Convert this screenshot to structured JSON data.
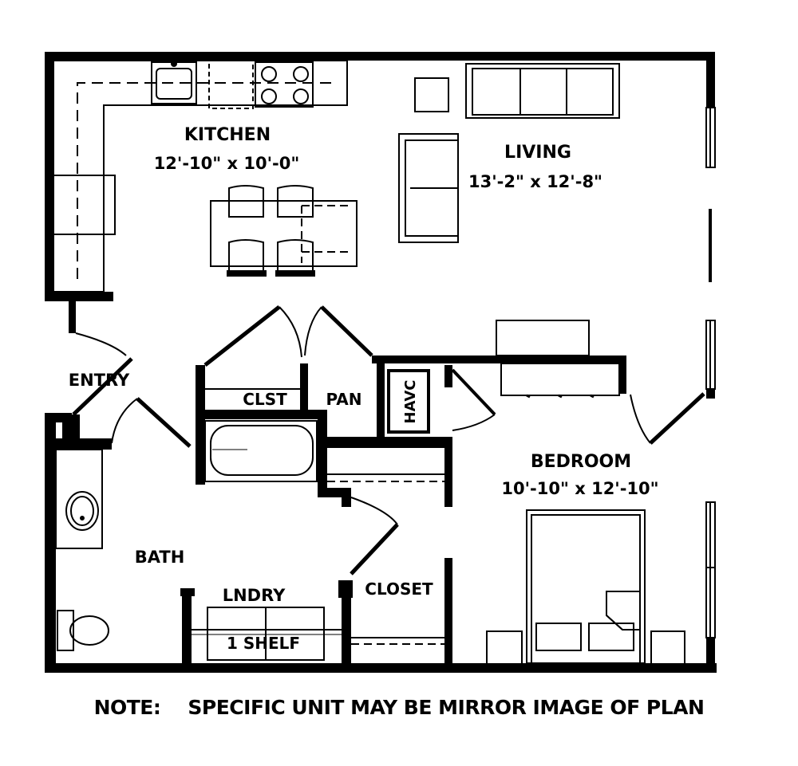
{
  "rooms": {
    "kitchen": {
      "name": "KITCHEN",
      "dims": "12'-10\" x 10'-0\""
    },
    "living": {
      "name": "LIVING",
      "dims": "13'-2\" x 12'-8\""
    },
    "bedroom": {
      "name": "BEDROOM",
      "dims": "10'-10\" x 12'-10\""
    },
    "entry": {
      "name": "ENTRY"
    },
    "bath": {
      "name": "BATH"
    },
    "clst": {
      "name": "CLST"
    },
    "pan": {
      "name": "PAN"
    },
    "havc": {
      "name": "HAVC"
    },
    "lndry": {
      "name": "LNDRY"
    },
    "shelf": {
      "name": "1 SHELF"
    },
    "closet": {
      "name": "CLOSET"
    }
  },
  "note": {
    "prefix": "NOTE:",
    "text": "SPECIFIC UNIT MAY BE MIRROR IMAGE OF PLAN"
  },
  "colors": {
    "wall": "#000000",
    "background": "#ffffff"
  }
}
